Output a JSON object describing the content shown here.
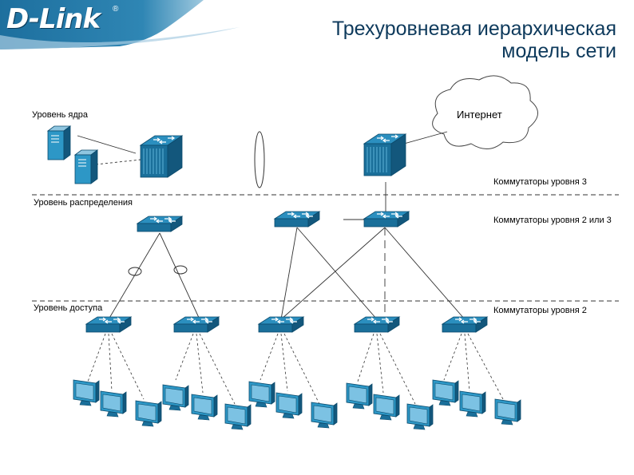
{
  "logo": {
    "text": "D-Link",
    "registered": "®"
  },
  "title": {
    "line1": "Трехуровневая иерархическая",
    "line2": "модель сети"
  },
  "labels": {
    "core_level": "Уровень ядра",
    "distribution_level": "Уровень распределения",
    "access_level": "Уровень доступа",
    "internet": "Интернет",
    "switches_l3": "Коммутаторы уровня 3",
    "switches_l2_or_l3": "Коммутаторы уровня 2 или 3",
    "switches_l2": "Коммутаторы уровня 2"
  },
  "colors": {
    "brand": "#1d6f9e",
    "title": "#0e3a5c",
    "switch_fill": "#2b8fbf",
    "switch_dark": "#13577c",
    "computer_fill": "#2d97c6"
  }
}
